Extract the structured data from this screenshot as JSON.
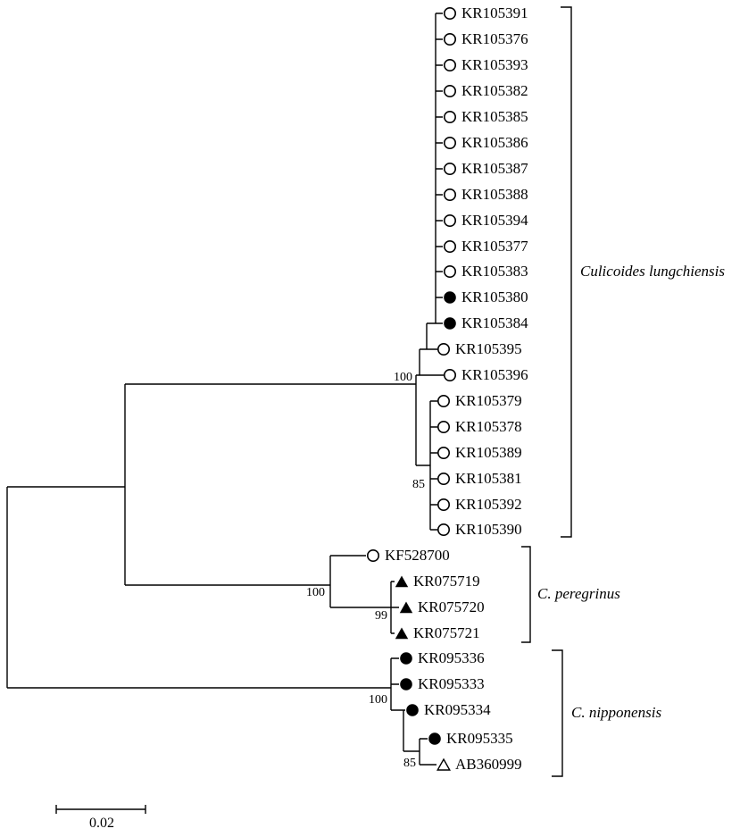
{
  "figure": {
    "type": "phylogenetic-tree",
    "scale_bar": {
      "label": "0.02"
    }
  },
  "tree": {
    "clades": [
      {
        "name": "Culicoides lungchiensis"
      },
      {
        "name": "C. peregrinus"
      },
      {
        "name": "C. nipponensis"
      }
    ],
    "bootstraps": [
      {
        "value": "100"
      },
      {
        "value": "85"
      },
      {
        "value": "100"
      },
      {
        "value": "99"
      },
      {
        "value": "100"
      },
      {
        "value": "85"
      }
    ],
    "leaves": [
      {
        "label": "KR105391",
        "symbol": "open-circle"
      },
      {
        "label": "KR105376",
        "symbol": "open-circle"
      },
      {
        "label": "KR105393",
        "symbol": "open-circle"
      },
      {
        "label": "KR105382",
        "symbol": "open-circle"
      },
      {
        "label": "KR105385",
        "symbol": "open-circle"
      },
      {
        "label": "KR105386",
        "symbol": "open-circle"
      },
      {
        "label": "KR105387",
        "symbol": "open-circle"
      },
      {
        "label": "KR105388",
        "symbol": "open-circle"
      },
      {
        "label": "KR105394",
        "symbol": "open-circle"
      },
      {
        "label": "KR105377",
        "symbol": "open-circle"
      },
      {
        "label": "KR105383",
        "symbol": "open-circle"
      },
      {
        "label": "KR105380",
        "symbol": "filled-circle"
      },
      {
        "label": "KR105384",
        "symbol": "filled-circle"
      },
      {
        "label": "KR105395",
        "symbol": "open-circle"
      },
      {
        "label": "KR105396",
        "symbol": "open-circle"
      },
      {
        "label": "KR105379",
        "symbol": "open-circle"
      },
      {
        "label": "KR105378",
        "symbol": "open-circle"
      },
      {
        "label": "KR105389",
        "symbol": "open-circle"
      },
      {
        "label": "KR105381",
        "symbol": "open-circle"
      },
      {
        "label": "KR105392",
        "symbol": "open-circle"
      },
      {
        "label": "KR105390",
        "symbol": "open-circle"
      },
      {
        "label": "KF528700",
        "symbol": "open-circle"
      },
      {
        "label": "KR075719",
        "symbol": "filled-triangle"
      },
      {
        "label": "KR075720",
        "symbol": "filled-triangle"
      },
      {
        "label": "KR075721",
        "symbol": "filled-triangle"
      },
      {
        "label": "KR095336",
        "symbol": "filled-circle"
      },
      {
        "label": "KR095333",
        "symbol": "filled-circle"
      },
      {
        "label": "KR095334",
        "symbol": "filled-circle"
      },
      {
        "label": "KR095335",
        "symbol": "filled-circle"
      },
      {
        "label": "AB360999",
        "symbol": "open-triangle"
      }
    ]
  }
}
